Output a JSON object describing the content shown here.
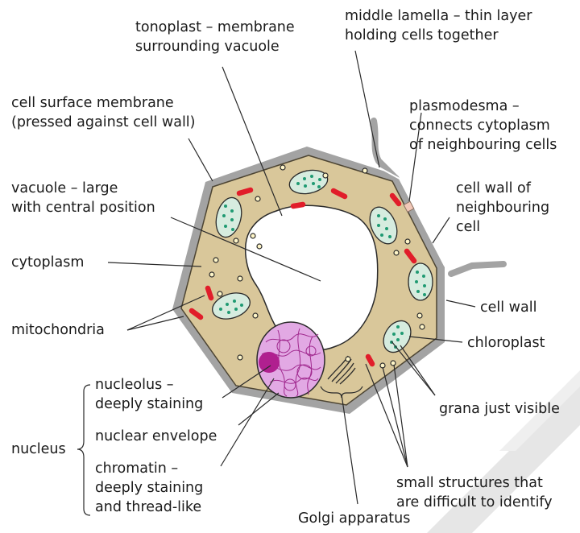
{
  "labels": {
    "tonoplast": [
      "tonoplast – membrane",
      "surrounding vacuole"
    ],
    "middle_lamella": [
      "middle lamella – thin layer",
      "holding cells together"
    ],
    "cell_surface_membrane": [
      "cell surface membrane",
      "(pressed against cell wall)"
    ],
    "plasmodesma": [
      "plasmodesma –",
      "connects cytoplasm",
      "of neighbouring cells"
    ],
    "vacuole": [
      "vacuole – large",
      "with central position"
    ],
    "cell_wall_neighbour": [
      "cell wall of",
      "neighbouring",
      "cell"
    ],
    "cytoplasm": [
      "cytoplasm"
    ],
    "cell_wall": [
      "cell wall"
    ],
    "mitochondria": [
      "mitochondria"
    ],
    "chloroplast": [
      "chloroplast"
    ],
    "nucleolus": [
      "nucleolus –",
      "deeply staining"
    ],
    "nuclear_envelope": [
      "nuclear envelope"
    ],
    "nucleus": [
      "nucleus"
    ],
    "chromatin": [
      "chromatin –",
      "deeply staining",
      "and thread-like"
    ],
    "grana": [
      "grana just visible"
    ],
    "small_structures": [
      "small structures that",
      "are difficult to identify"
    ],
    "golgi": [
      "Golgi apparatus"
    ]
  },
  "colors": {
    "cell_wall": "#a3a3a3",
    "cytoplasm": "#d9c79a",
    "vacuole": "#ffffff",
    "mitochondria": "#e11d2a",
    "chloroplast": "#d6ecdf",
    "chloroplast_grana": "#1f9a72",
    "nucleus": "#e2a9e4",
    "nucleolus": "#b0208f",
    "chromatin": "#a12a8f",
    "granule": "#fff6c8",
    "plasmodesma": "#f2c8b8",
    "watermark": "#e6e6e6"
  }
}
